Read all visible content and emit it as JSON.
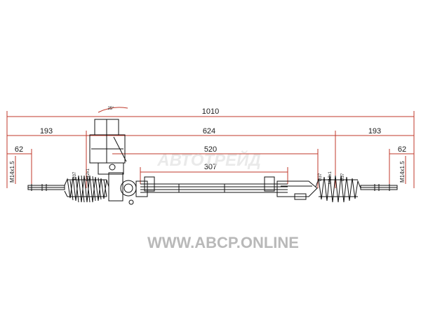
{
  "dimensions": {
    "overall": "1010",
    "rack_travel": "624",
    "left_offset": "193",
    "right_offset": "193",
    "housing": "520",
    "tube": "307",
    "left_end": "62",
    "right_end": "62",
    "thread_left": "M14x1.5",
    "thread_right": "M14x1.5",
    "boot_left_dia": "Ø37",
    "boot_right_dia_1": "Ø37",
    "boot_right_dia_2": "Ø37",
    "inner_thread_left": "M12x1",
    "inner_thread_right": "M12x1",
    "angle": "25°"
  },
  "watermark": {
    "site": "WWW.ABCP.ONLINE",
    "logo": "АВТОТРЕЙД"
  },
  "colors": {
    "dimension_line": "#c0392b",
    "drawing": "#111111",
    "watermark": "#b9b9b9"
  }
}
